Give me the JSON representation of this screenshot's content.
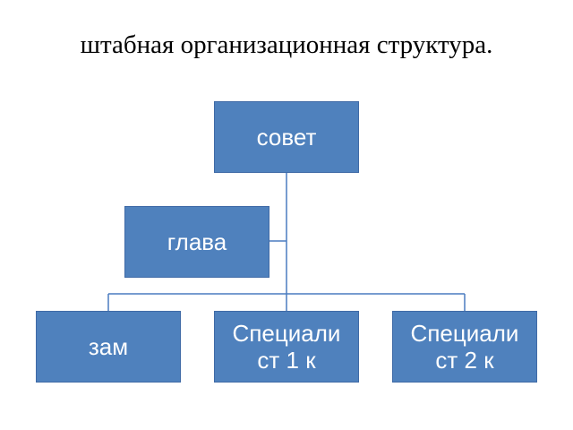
{
  "title": "штабная организационная структура.",
  "colors": {
    "box_fill": "#4f81bd",
    "box_border": "#3f6aa6",
    "text": "#ffffff",
    "connector": "#4a7cc0"
  },
  "nodes": {
    "council": {
      "label": "совет"
    },
    "head": {
      "label": "глава"
    },
    "deputy": {
      "label": "зам"
    },
    "specialist1": {
      "line1": "Специали",
      "line2": "ст 1 к"
    },
    "specialist2": {
      "line1": "Специали",
      "line2": "ст 2 к"
    }
  }
}
